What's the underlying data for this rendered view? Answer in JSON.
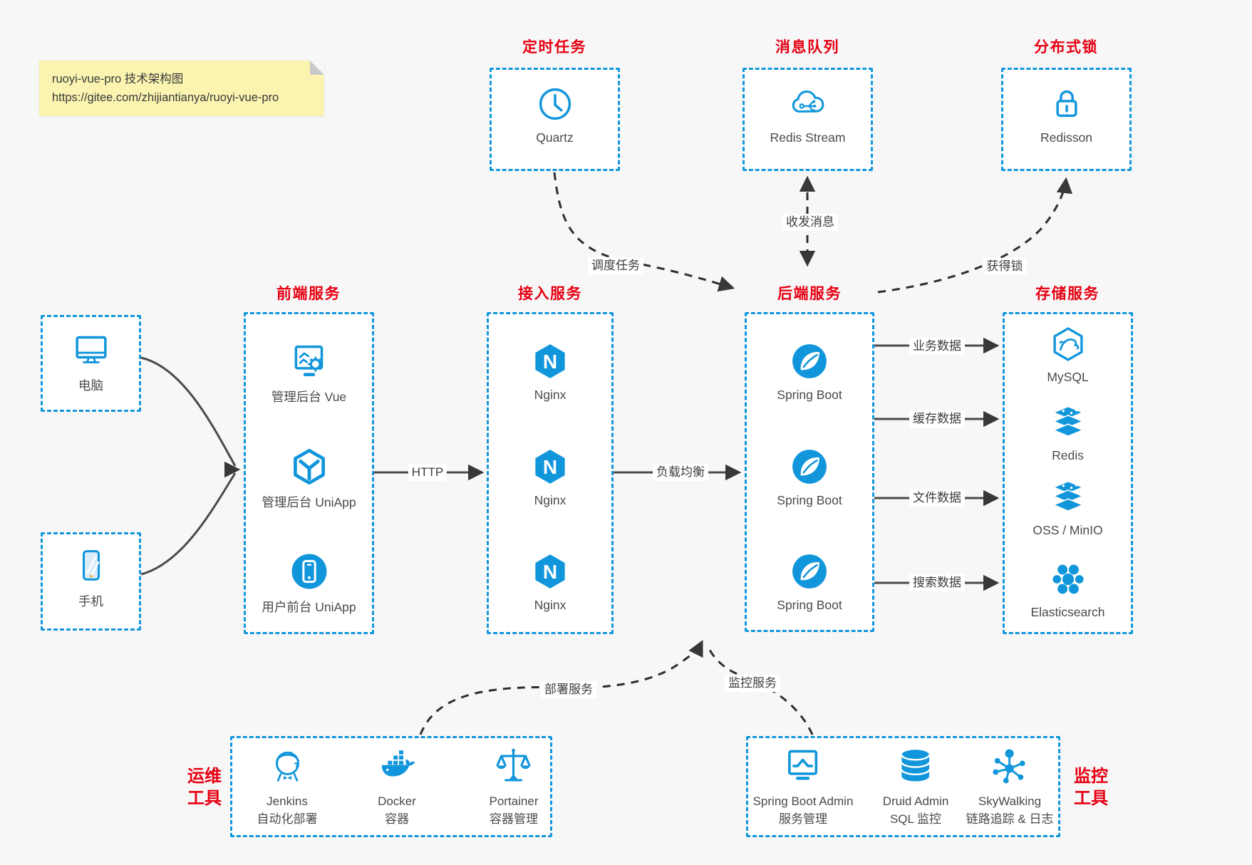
{
  "colors": {
    "accent_blue": "#1296db",
    "title_red": "#e60012",
    "arrow_gray": "#4a4a4a",
    "note_bg": "#faf4b0",
    "canvas_bg": "#f7f7f7"
  },
  "note": {
    "line1": "ruoyi-vue-pro 技术架构图",
    "line2": "https://gitee.com/zhijiantianya/ruoyi-vue-pro"
  },
  "top_groups": [
    {
      "title": "定时任务",
      "item": {
        "label": "Quartz",
        "icon": "clock-icon"
      }
    },
    {
      "title": "消息队列",
      "item": {
        "label": "Redis Stream",
        "icon": "cloud-mq-icon"
      }
    },
    {
      "title": "分布式锁",
      "item": {
        "label": "Redisson",
        "icon": "lock-icon"
      }
    }
  ],
  "clients": [
    {
      "label": "电脑",
      "icon": "desktop-icon"
    },
    {
      "label": "手机",
      "icon": "mobile-icon"
    }
  ],
  "columns": [
    {
      "title": "前端服务",
      "items": [
        {
          "label": "管理后台 Vue",
          "icon": "admin-vue-icon"
        },
        {
          "label": "管理后台 UniApp",
          "icon": "uniapp-cube-icon"
        },
        {
          "label": "用户前台 UniApp",
          "icon": "user-app-icon"
        }
      ]
    },
    {
      "title": "接入服务",
      "items": [
        {
          "label": "Nginx",
          "icon": "nginx-icon"
        },
        {
          "label": "Nginx",
          "icon": "nginx-icon"
        },
        {
          "label": "Nginx",
          "icon": "nginx-icon"
        }
      ]
    },
    {
      "title": "后端服务",
      "items": [
        {
          "label": "Spring Boot",
          "icon": "spring-boot-icon"
        },
        {
          "label": "Spring Boot",
          "icon": "spring-boot-icon"
        },
        {
          "label": "Spring Boot",
          "icon": "spring-boot-icon"
        }
      ]
    },
    {
      "title": "存储服务",
      "items": [
        {
          "label": "MySQL",
          "icon": "mysql-icon"
        },
        {
          "label": "Redis",
          "icon": "redis-icon"
        },
        {
          "label": "OSS / MinIO",
          "icon": "oss-minio-icon"
        },
        {
          "label": "Elasticsearch",
          "icon": "elasticsearch-icon"
        }
      ]
    }
  ],
  "edges": {
    "http": "HTTP",
    "load_balance": "负载均衡",
    "business_data": "业务数据",
    "cache_data": "缓存数据",
    "file_data": "文件数据",
    "search_data": "搜索数据",
    "schedule_task": "调度任务",
    "send_receive_message": "收发消息",
    "acquire_lock": "获得锁",
    "deploy_service": "部署服务",
    "monitor_service": "监控服务"
  },
  "bottom_groups": [
    {
      "side_label": [
        "运维",
        "工具"
      ],
      "items": [
        {
          "label1": "Jenkins",
          "label2": "自动化部署",
          "icon": "jenkins-icon"
        },
        {
          "label1": "Docker",
          "label2": "容器",
          "icon": "docker-icon"
        },
        {
          "label1": "Portainer",
          "label2": "容器管理",
          "icon": "portainer-icon"
        }
      ]
    },
    {
      "side_label": [
        "监控",
        "工具"
      ],
      "items": [
        {
          "label1": "Spring Boot Admin",
          "label2": "服务管理",
          "icon": "springboot-admin-icon"
        },
        {
          "label1": "Druid Admin",
          "label2": "SQL 监控",
          "icon": "druid-icon"
        },
        {
          "label1": "SkyWalking",
          "label2": "链路追踪 & 日志",
          "icon": "skywalking-icon"
        }
      ]
    }
  ]
}
